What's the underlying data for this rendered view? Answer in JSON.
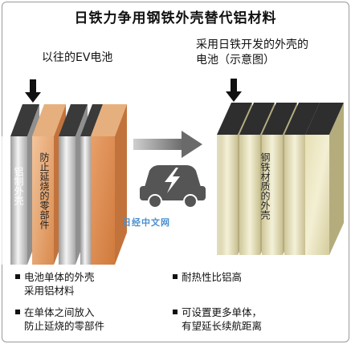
{
  "title": "日铁力争用钢铁外壳替代铝材料",
  "left_panel": {
    "heading": "以往的EV电池",
    "aluminum_case_label": "铝制外壳",
    "fireproof_part_label": "防止延烧的零部件"
  },
  "right_panel": {
    "heading_line1": "采用日铁开发的外壳的",
    "heading_line2": "电池（示意图）",
    "steel_case_label": "钢铁材质的外壳"
  },
  "watermark": "日经中文网",
  "bullets_left": [
    {
      "line1": "电池单体的外壳",
      "line2": "采用铝材料"
    },
    {
      "line1": "在单体之间放入",
      "line2": "防止延烧的零部件"
    }
  ],
  "bullets_right": [
    {
      "line1": "耐热性比铝高",
      "line2": ""
    },
    {
      "line1": "可设置更多单体，",
      "line2": "有望延长续航距离"
    }
  ],
  "icons": {
    "down_arrow": "down-arrow-icon",
    "car": "electric-car-icon",
    "bolt": "lightning-bolt-icon",
    "transition_arrow": "right-arrow-icon"
  },
  "colors": {
    "orange_panel": "#e09a62",
    "aluminum_panel": "#cfcfcf",
    "steel_panel": "#e8e3bc",
    "top_edge": "#3a3a3a",
    "car_grey": "#555555",
    "arrow_grey": "#666666"
  }
}
